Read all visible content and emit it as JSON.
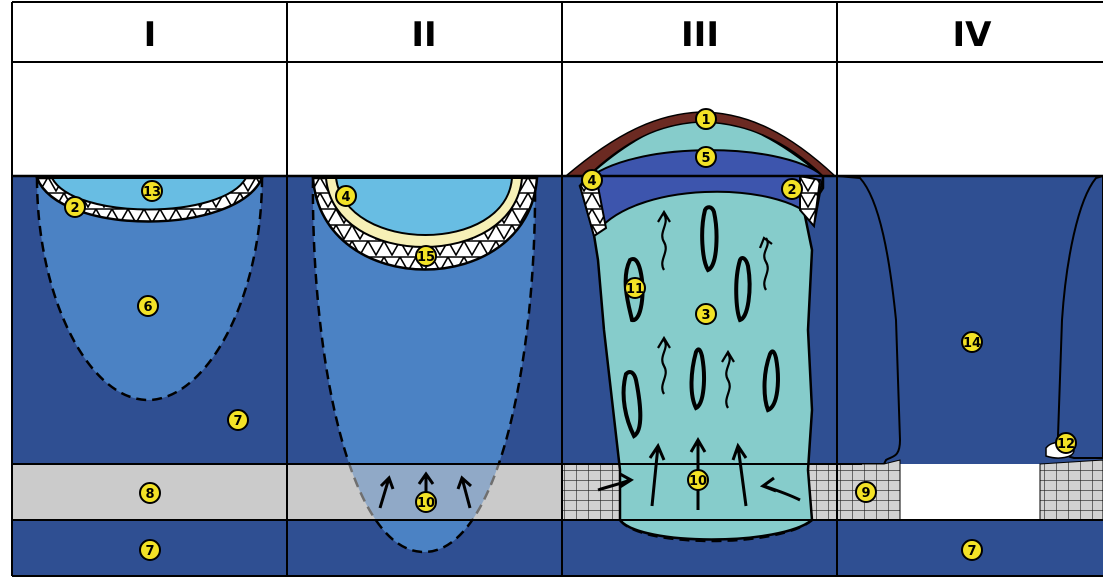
{
  "headers": [
    "I",
    "II",
    "III",
    "IV"
  ],
  "markers": [
    {
      "id": "p1-13",
      "label": "13"
    },
    {
      "id": "p1-2",
      "label": "2"
    },
    {
      "id": "p1-6",
      "label": "6"
    },
    {
      "id": "p1-7",
      "label": "7"
    },
    {
      "id": "p1-8",
      "label": "8"
    },
    {
      "id": "p1-7b",
      "label": "7"
    },
    {
      "id": "p2-4",
      "label": "4"
    },
    {
      "id": "p2-15",
      "label": "15"
    },
    {
      "id": "p2-10",
      "label": "10"
    },
    {
      "id": "p3-1",
      "label": "1"
    },
    {
      "id": "p3-5",
      "label": "5"
    },
    {
      "id": "p3-4",
      "label": "4"
    },
    {
      "id": "p3-2",
      "label": "2"
    },
    {
      "id": "p3-11",
      "label": "11"
    },
    {
      "id": "p3-3",
      "label": "3"
    },
    {
      "id": "p3-10",
      "label": "10"
    },
    {
      "id": "p4-14",
      "label": "14"
    },
    {
      "id": "p4-12",
      "label": "12"
    },
    {
      "id": "p4-9",
      "label": "9"
    },
    {
      "id": "p4-7",
      "label": "7"
    }
  ],
  "colors": {
    "layer_dark_blue": "#2f4f92",
    "zone_mid_blue": "#4b82c4",
    "cavity_light_blue": "#68bde3",
    "cap_purple_blue": "#3d55ad",
    "core_teal": "#86cccb",
    "crust_brown": "#6b2a22",
    "rim_cream": "#f6f0b6",
    "grey_layer": "#cbcbcb",
    "marker_yellow": "#f3e226"
  }
}
